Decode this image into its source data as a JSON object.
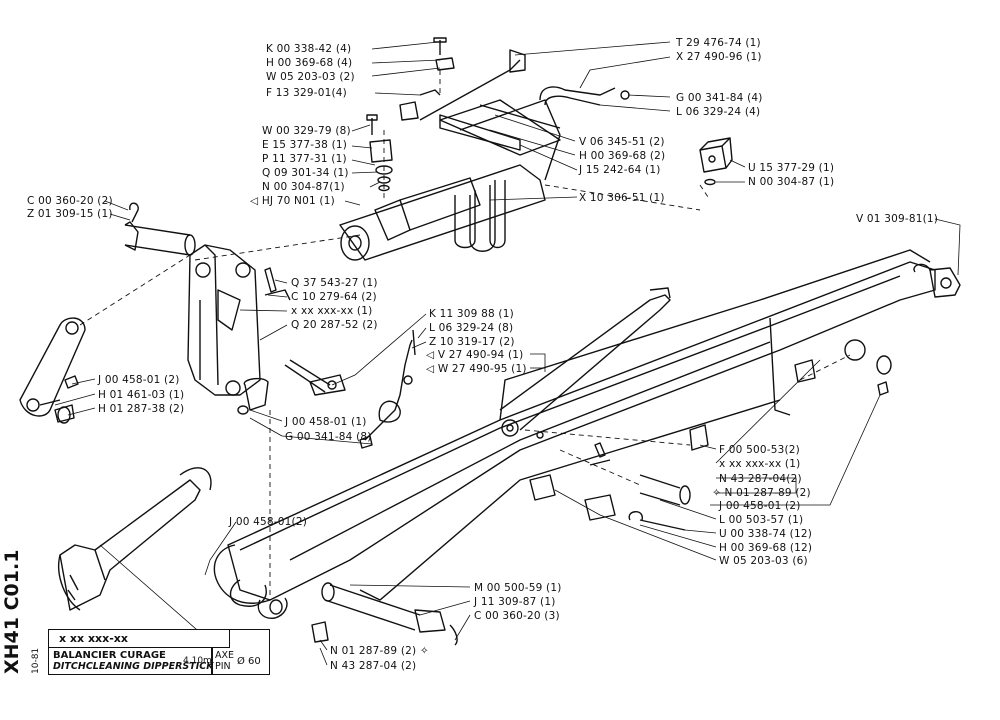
{
  "side_code": "XH41 C01.1",
  "side_date": "10-81",
  "title_block": {
    "ref": "x xx xxx-xx",
    "name_fr": "BALANCIER CURAGE",
    "name_en": "DITCHCLEANING DIPPERSTICK",
    "length": "4,10m",
    "axe": "AXE",
    "pin": "PIN",
    "diameter": "Ø 60"
  },
  "callouts": [
    "K 00 338-42 (4)",
    "H 00 369-68 (4)",
    "W 05 203-03 (2)",
    "F 13 329-01(4)",
    "W 00 329-79 (8)",
    "E 15 377-38 (1)",
    "P 11 377-31 (1)",
    "Q 09 301-34 (1)",
    "N 00 304-87(1)",
    "◁ HJ 70  N01 (1)",
    "C 00 360-20 (2)",
    "Z 01 309-15 (1)",
    "T 29 476-74 (1)",
    "X 27 490-96 (1)",
    "G 00 341-84 (4)",
    "L 06 329-24 (4)",
    "V 06 345-51 (2)",
    "H 00 369-68 (2)",
    "J 15 242-64 (1)",
    "X 10 306-51 (1)",
    "U 15 377-29 (1)",
    "N 00 304-87 (1)",
    "V 01 309-81(1)",
    "Q 37 543-27 (1)",
    "C 10 279-64 (2)",
    "x xx xxx-xx (1)",
    "Q 20 287-52 (2)",
    "K 11 309 88 (1)",
    "L 06 329-24 (8)",
    "Z 10 319-17 (2)",
    "◁ V 27 490-94 (1)",
    "◁ W 27 490-95 (1)",
    "J 00 458-01 (2)",
    "H 01 461-03 (1)",
    "H 01 287-38 (2)",
    "J 00 458-01 (1)",
    "G 00 341-84 (8)",
    "F 00 500-53(2)",
    "x xx xxx-xx (1)",
    "N 43 287-04(2)",
    "✧ N 01 287-89 (2)",
    "J 00 458-01 (2)",
    "L 00 503-57 (1)",
    "U 00 338-74 (12)",
    "H 00 369-68 (12)",
    "W 05 203-03 (6)",
    "J 00 458-01(2)",
    "M 00 500-59 (1)",
    "J 11 309-87 (1)",
    "C 00 360-20 (3)",
    "N 01 287-89 (2) ✧",
    "N 43 287-04 (2)"
  ]
}
